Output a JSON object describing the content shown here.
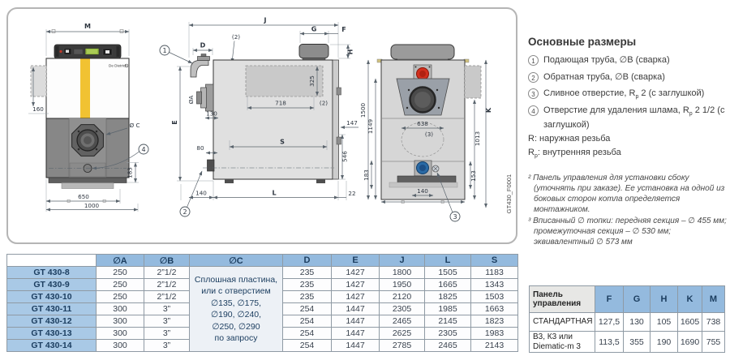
{
  "figure": {
    "code": "GT430_F0001",
    "brand": "De Dietrich",
    "front": {
      "m": "M",
      "h160": "160",
      "oc": "Ø C",
      "c4": "4",
      "v183": "183",
      "w650": "650",
      "w1000": "1000"
    },
    "side": {
      "j": "J",
      "g": "G",
      "f": "F",
      "h": "H",
      "d": "D",
      "note2_top": "(2)",
      "c1": "1",
      "oa": "ØA",
      "v325": "325",
      "v718": "718",
      "note2_mid": "(2)",
      "v130": "130",
      "e": "E",
      "v147": "147",
      "v80": "80",
      "s": "S",
      "v546": "546",
      "c2": "2",
      "v140": "140",
      "l": "L",
      "v22": "22"
    },
    "rear": {
      "v1500": "1500",
      "v1149": "1149",
      "v638": "638",
      "note3": "(3)",
      "v1013": "1013",
      "k": "K",
      "v183": "183",
      "v153": "153",
      "v140": "140",
      "c3": "3"
    }
  },
  "legend": {
    "title": "Основные размеры",
    "items": [
      {
        "num": "1",
        "pre": "Подающая труба, ∅B (сварка)",
        "sub": "",
        "post": ""
      },
      {
        "num": "2",
        "pre": "Обратная труба, ∅B (сварка)",
        "sub": "",
        "post": ""
      },
      {
        "num": "3",
        "pre": "Сливное отверстие, R",
        "sub": "p",
        "post": " 2 (с заглушкой)"
      },
      {
        "num": "4",
        "pre": "Отверстие для удаления шлама, R",
        "sub": "p",
        "post": " 2 1/2 (с заглушкой)"
      }
    ],
    "r_note": "R: наружная резьба",
    "rp_note_pre": "R",
    "rp_note_sub": "p",
    "rp_note_post": ": внутренняя резьба",
    "footnote2": "² Панель управления для установки сбоку (уточнять при заказе). Ее установка на одной из боковых сторон котла определяется монтажником.",
    "footnote3": "³ Вписанный ∅ топки: передняя секция – ∅ 455 мм; промежуточная секция – ∅ 530 мм; эквивалентный ∅ 573 мм"
  },
  "dim_table": {
    "headers": [
      "",
      "∅A",
      "∅B",
      "∅C",
      "D",
      "E",
      "J",
      "L",
      "S"
    ],
    "c_lines": [
      "Сплошная пластина,",
      "или с отверстием",
      "∅135, ∅175,",
      "∅190, ∅240,",
      "∅250, ∅290",
      "по запросу"
    ],
    "rows": [
      {
        "model": "GT 430-8",
        "a": "250",
        "b": "2”1/2",
        "d": "235",
        "e": "1427",
        "j": "1800",
        "l": "1505",
        "s": "1183"
      },
      {
        "model": "GT 430-9",
        "a": "250",
        "b": "2”1/2",
        "d": "235",
        "e": "1427",
        "j": "1950",
        "l": "1665",
        "s": "1343"
      },
      {
        "model": "GT 430-10",
        "a": "250",
        "b": "2”1/2",
        "d": "235",
        "e": "1427",
        "j": "2120",
        "l": "1825",
        "s": "1503"
      },
      {
        "model": "GT 430-11",
        "a": "300",
        "b": "3”",
        "d": "254",
        "e": "1447",
        "j": "2305",
        "l": "1985",
        "s": "1663"
      },
      {
        "model": "GT 430-12",
        "a": "300",
        "b": "3”",
        "d": "254",
        "e": "1447",
        "j": "2465",
        "l": "2145",
        "s": "1823"
      },
      {
        "model": "GT 430-13",
        "a": "300",
        "b": "3”",
        "d": "254",
        "e": "1447",
        "j": "2625",
        "l": "2305",
        "s": "1983"
      },
      {
        "model": "GT 430-14",
        "a": "300",
        "b": "3”",
        "d": "254",
        "e": "1447",
        "j": "2785",
        "l": "2465",
        "s": "2143"
      }
    ]
  },
  "panel_table": {
    "title": "Панель управления",
    "headers": [
      "F",
      "G",
      "H",
      "K",
      "M"
    ],
    "rows": [
      {
        "label": "СТАНДАРТНАЯ",
        "f": "127,5",
        "g": "130",
        "h": "105",
        "k": "1605",
        "m": "738"
      },
      {
        "label": "В3, К3 или Diematic-m 3",
        "f": "113,5",
        "g": "355",
        "h": "190",
        "k": "1690",
        "m": "755"
      }
    ]
  }
}
